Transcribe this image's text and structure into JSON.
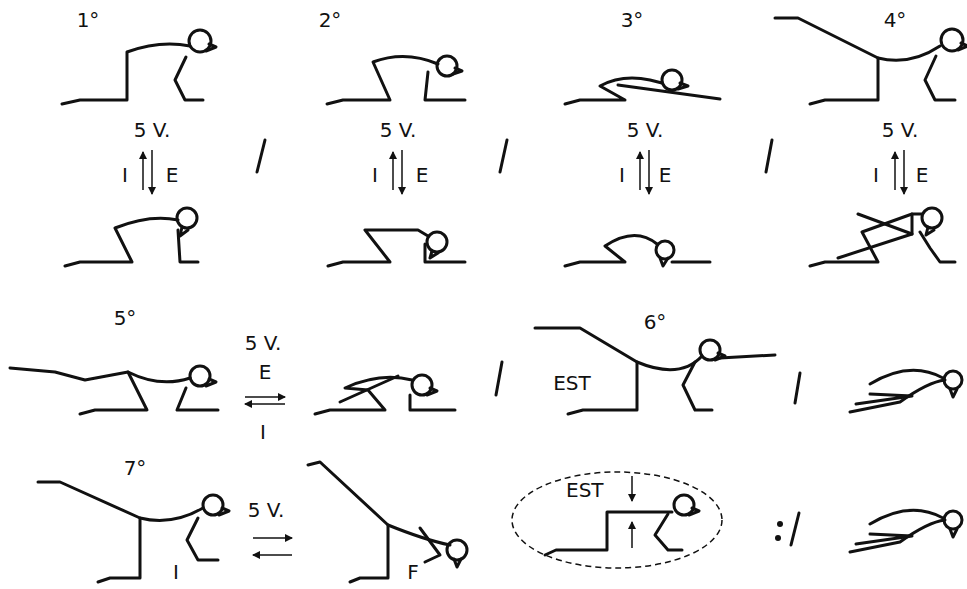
{
  "diagram": {
    "nodes": [
      {
        "text": [
          "EST"
        ]
      }
    ],
    "labels": [
      "1°",
      "5 V.",
      "I",
      "E",
      "2°",
      "5 V.",
      "I",
      "E",
      "3°",
      "5 V.",
      "I",
      "E",
      "4°",
      "5 V.",
      "I",
      "E",
      "5°",
      "5 V.",
      "E",
      "I",
      "6°",
      "EST",
      "7°",
      "5 V.",
      "I",
      "F"
    ]
  }
}
